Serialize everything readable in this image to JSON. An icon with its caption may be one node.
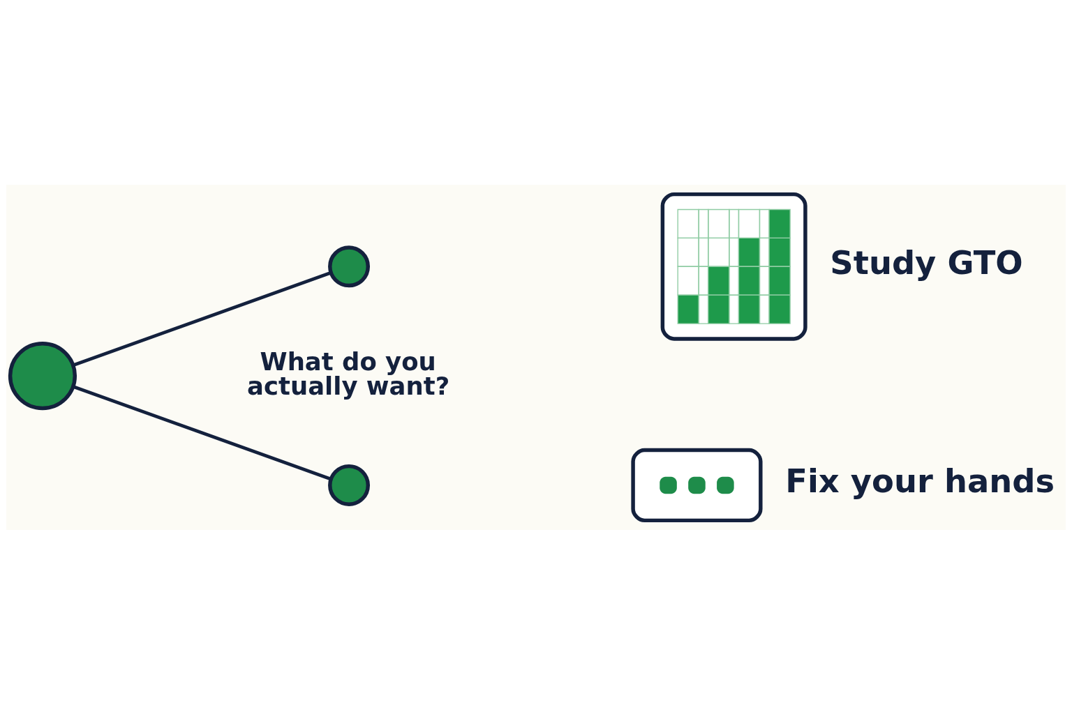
{
  "diagram": {
    "nodes": [
      {
        "text": [],
        "shape": "circle"
      },
      {
        "text": [],
        "shape": "circle"
      },
      {
        "text": [],
        "shape": "circle"
      },
      {
        "text": [
          "Study GTO"
        ]
      },
      {
        "text": [
          "Fix your hands"
        ]
      }
    ],
    "edges": [
      {
        "from": 0,
        "to": 1,
        "arrow": "none"
      },
      {
        "from": 0,
        "to": 2,
        "arrow": "none"
      }
    ],
    "labels": [
      "What do you actually want?"
    ]
  }
}
